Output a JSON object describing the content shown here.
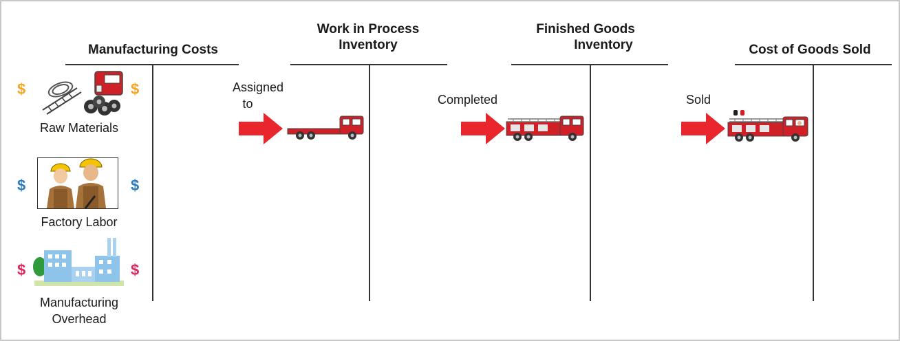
{
  "accounts": {
    "manufacturing_costs": "Manufacturing Costs",
    "work_in_process_line1": "Work in Process",
    "work_in_process_line2": "Inventory",
    "finished_goods_line1": "Finished Goods",
    "finished_goods_line2": "Inventory",
    "cost_of_goods_sold": "Cost of Goods Sold"
  },
  "cost_elements": {
    "raw_materials": "Raw Materials",
    "factory_labor": "Factory Labor",
    "overhead_line1": "Manufacturing",
    "overhead_line2": "Overhead",
    "dollar_sign": "$"
  },
  "flows": {
    "assigned_line1": "Assigned",
    "assigned_line2": "to",
    "completed": "Completed",
    "sold": "Sold"
  },
  "colors": {
    "arrow": "#e8262b",
    "truck": "#cf2027",
    "raw_materials_dollar": "#f5a623",
    "labor_dollar": "#2b7bbf",
    "overhead_dollar": "#e0245e"
  },
  "icons": {
    "raw_materials": "truck-parts-icon",
    "factory_labor": "workers-icon",
    "overhead": "factory-icon",
    "flow": "right-arrow-icon",
    "product": "fire-truck-icon"
  }
}
